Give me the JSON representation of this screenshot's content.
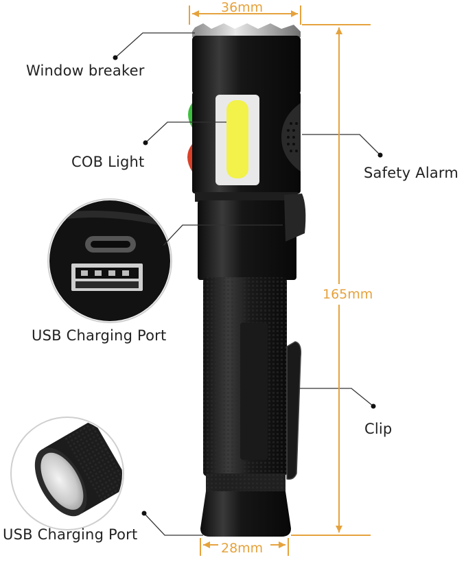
{
  "callouts": {
    "window_breaker": "Window breaker",
    "cob_light": "COB Light",
    "safety_alarm": "Safety Alarm",
    "usb_charging_port_top": "USB Charging Port",
    "clip": "Clip",
    "usb_charging_port_bottom": "USB Charging Port"
  },
  "dimensions": {
    "head_width": "36mm",
    "length": "165mm",
    "tail_width": "28mm"
  },
  "colors": {
    "dimension": "#e5a23c",
    "body": "#1b1b1b",
    "cob": "#f2f24a",
    "green_button": "#3fbf3f",
    "red_button": "#d8412a"
  },
  "icons": [
    "flashlight",
    "usb-port-inset",
    "tail-cap-inset"
  ]
}
